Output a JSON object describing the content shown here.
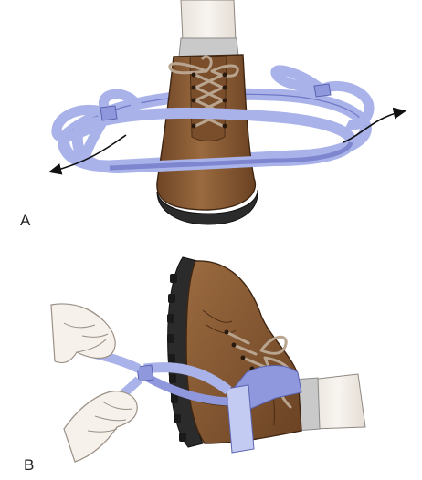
{
  "figure": {
    "panels": [
      {
        "label": "A",
        "depicts": "boot-front-view-with-looped-strap"
      },
      {
        "label": "B",
        "depicts": "boot-side-view-hands-tying-strap"
      }
    ],
    "colors": {
      "strap": "#a9b3ea",
      "strap_shadow": "#7d86cf",
      "leather": "#8a5a33",
      "leather_dark": "#5e3a1e",
      "sole": "#2b2b2b",
      "sock": "#c9c9c9",
      "skin": "#f3ede6",
      "lace": "#b9a58f"
    }
  }
}
